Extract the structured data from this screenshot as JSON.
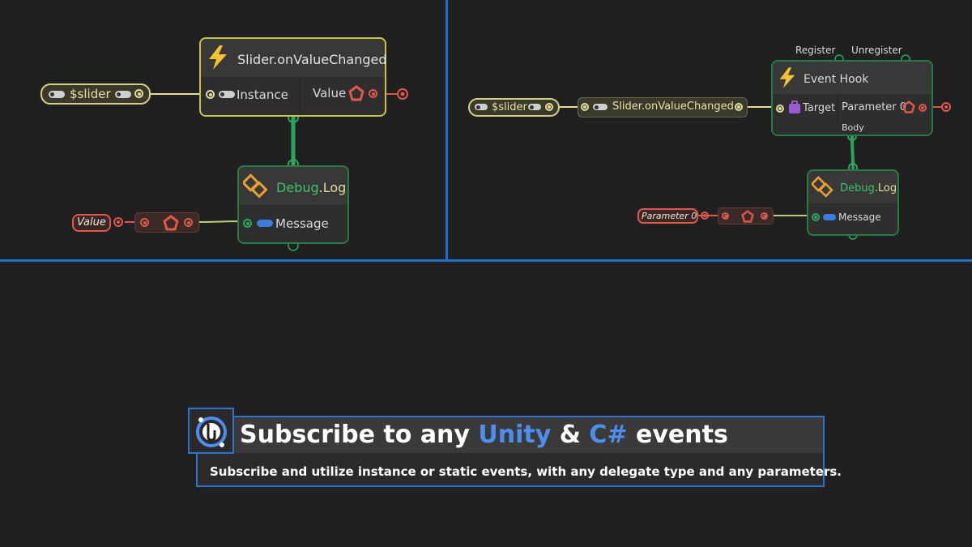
{
  "colors": {
    "background": "#202020",
    "divider": "#1f6fd0",
    "event_border": "#c9c24a",
    "flow_green": "#2aa65a",
    "value_red": "#e0584b",
    "accent_blue": "#4d8ef0"
  },
  "left_graph": {
    "slider_var": "$slider",
    "event_node": {
      "title": "Slider.onValueChanged",
      "instance_label": "Instance",
      "value_label": "Value",
      "icon": "lightning-icon"
    },
    "debug_node": {
      "title_a": "Debug",
      "title_b": ".",
      "title_c": "Log",
      "message_label": "Message",
      "icon": "debug-icon"
    },
    "value_var": "Value"
  },
  "right_graph": {
    "slider_var": "$slider",
    "member_node": "Slider.onValueChanged",
    "hook_node": {
      "title": "Event Hook",
      "register_label": "Register",
      "unregister_label": "Unregister",
      "target_label": "Target",
      "parameter_label": "Parameter 0",
      "body_label": "Body",
      "icon": "lightning-icon"
    },
    "debug_node": {
      "title_a": "Debug",
      "title_b": ".",
      "title_c": "Log",
      "message_label": "Message"
    },
    "param_var": "Parameter 0"
  },
  "banner": {
    "title_part1": "Subscribe to any ",
    "title_unity": "Unity",
    "title_amp": " & ",
    "title_csharp": "C#",
    "title_part2": " events",
    "subtitle": "Subscribe and utilize instance or static events, with any delegate type and any parameters.",
    "icon": "hook-logo-icon"
  }
}
